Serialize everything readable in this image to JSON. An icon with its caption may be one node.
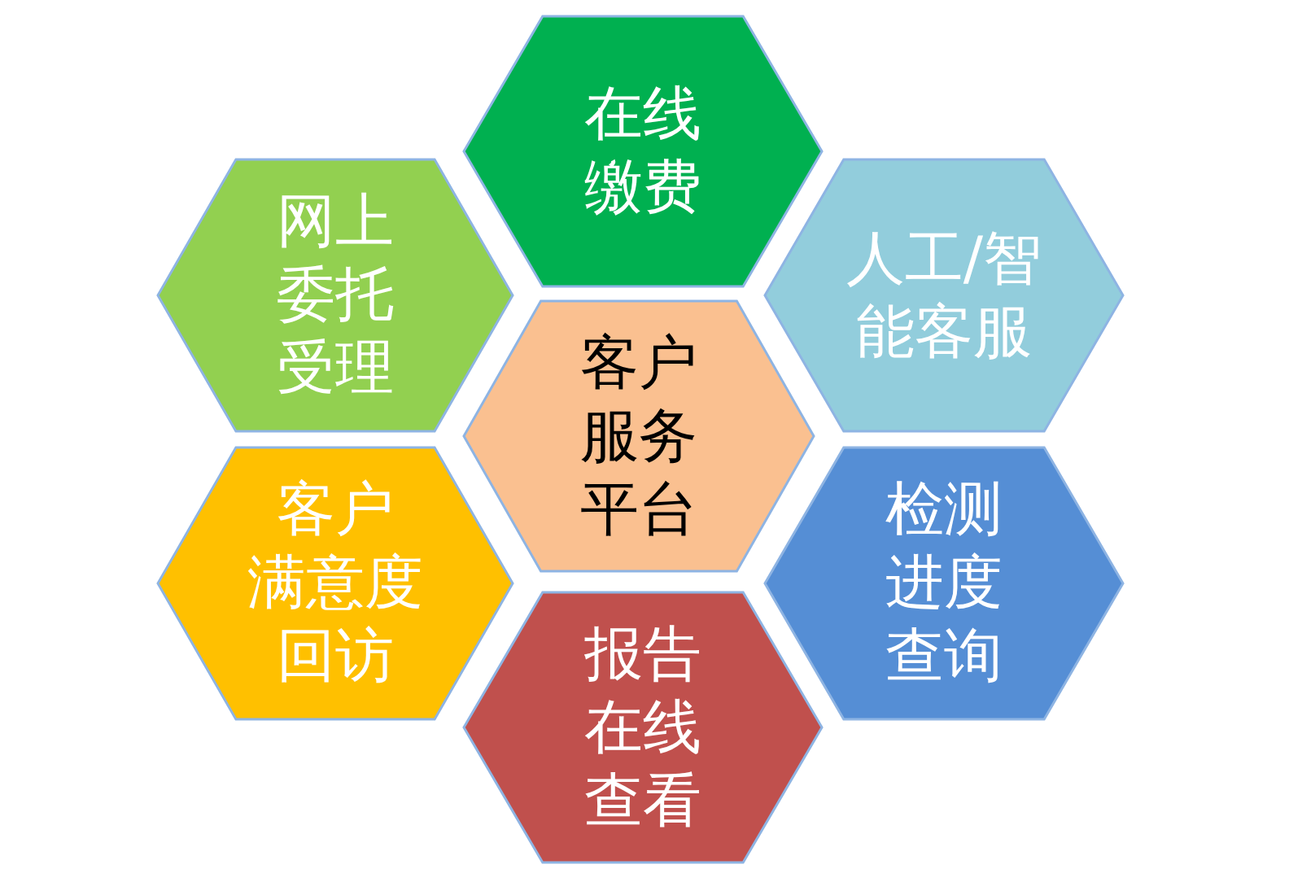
{
  "diagram": {
    "nodes": [
      {
        "text": [
          "客户服务平台"
        ]
      },
      {
        "text": [
          "在线缴费"
        ]
      },
      {
        "text": [
          "网上委托受理"
        ]
      },
      {
        "text": [
          "人工/智能客服"
        ]
      },
      {
        "text": [
          "客户满意度回访"
        ]
      },
      {
        "text": [
          "检测进度查询"
        ]
      },
      {
        "text": [
          "报告在线查看"
        ]
      }
    ]
  }
}
